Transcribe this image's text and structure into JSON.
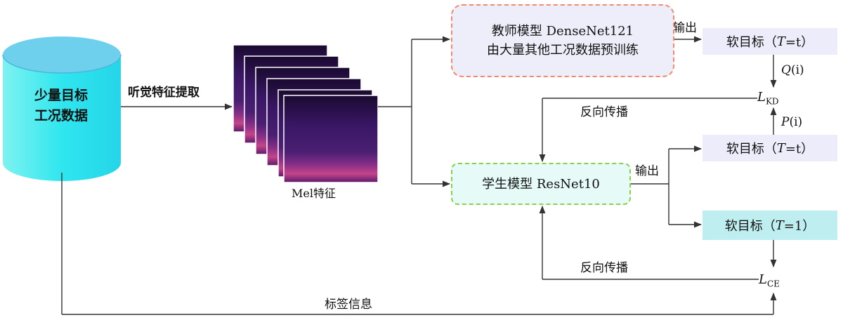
{
  "source": {
    "line1": "少量目标",
    "line2": "工况数据"
  },
  "arrows": {
    "feature_extraction": "听觉特征提取",
    "output_teacher": "输出",
    "output_student": "输出",
    "backprop_kd": "反向传播",
    "backprop_ce": "反向传播",
    "label_info": "标签信息"
  },
  "mel": {
    "label": "Mel特征"
  },
  "teacher": {
    "line1": "教师模型 DenseNet121",
    "line2": "由大量其他工况数据预训练"
  },
  "student": {
    "label": "学生模型 ResNet10"
  },
  "soft_targets": {
    "teacher": {
      "prefix": "软目标（",
      "var": "T",
      "suffix": "=t）"
    },
    "student_t": {
      "prefix": "软目标（",
      "var": "T",
      "suffix": "=t）"
    },
    "student_1": {
      "prefix": "软目标（",
      "var": "T",
      "suffix": "=1）"
    }
  },
  "distributions": {
    "q": {
      "symbol": "Q",
      "arg": "(i)"
    },
    "p": {
      "symbol": "P",
      "arg": "(i)"
    }
  },
  "losses": {
    "kd": {
      "symbol": "L",
      "sub": "KD"
    },
    "ce": {
      "symbol": "L",
      "sub": "CE"
    }
  },
  "colors": {
    "cylinder_top": "#6fd0ee",
    "cylinder_body": "#2fe6ef",
    "teacher_fill": "#eeeefa",
    "teacher_border": "#f08a6a",
    "student_fill": "#e6fbf8",
    "student_border": "#8ad04a",
    "soft_lavender": "#ececfb",
    "soft_cyan": "#bfeef0",
    "spectrogram_dark": "#2a0f4a",
    "spectrogram_band": "#b03a8a"
  }
}
